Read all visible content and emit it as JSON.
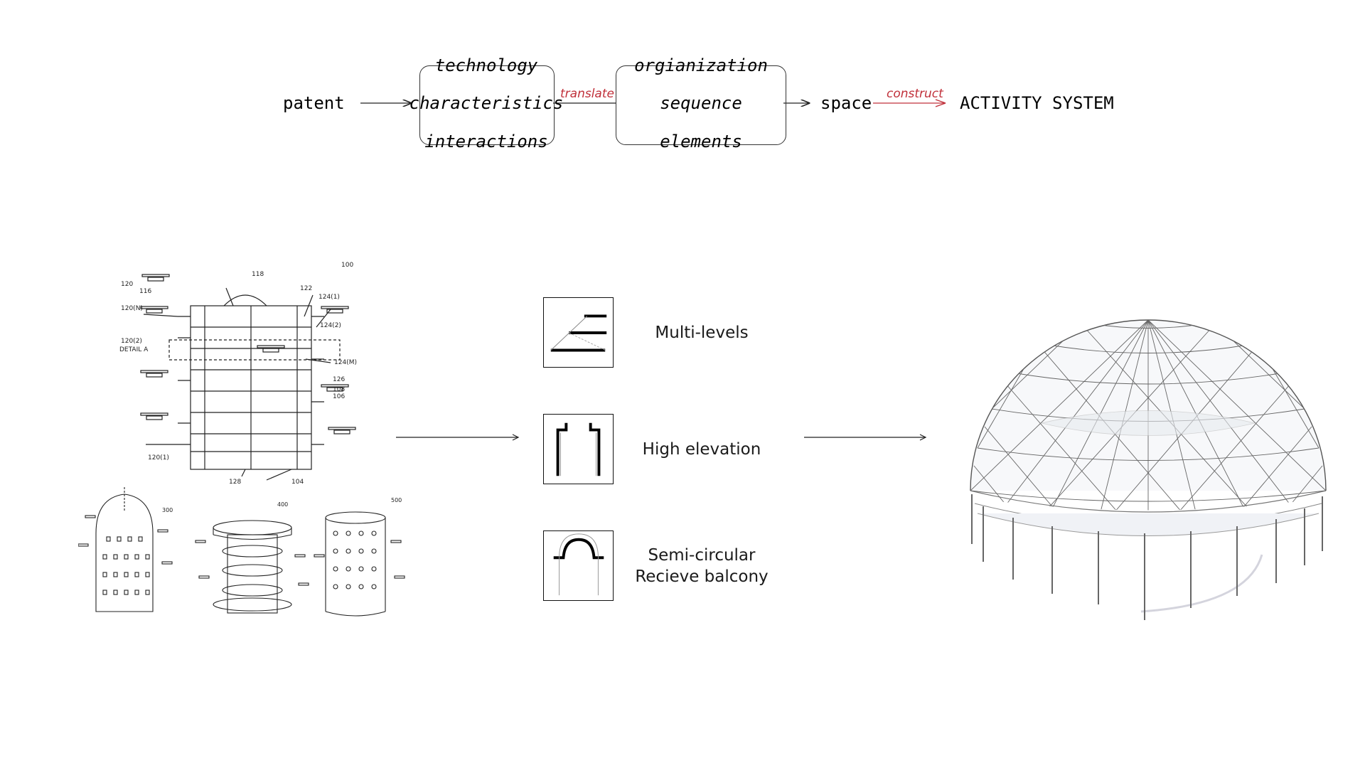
{
  "flow": {
    "patent": "patent",
    "box1": [
      "technology",
      "characteristics",
      "interactions"
    ],
    "translate": "translate",
    "box2": [
      "orgianization",
      "sequence",
      "elements"
    ],
    "space": "space",
    "construct": "construct",
    "activity_system": "ACTIVITY SYSTEM"
  },
  "features": [
    {
      "label": "Multi-levels",
      "icon": "multi-levels-icon"
    },
    {
      "label": "High elevation",
      "icon": "high-elevation-icon"
    },
    {
      "label_line1": "Semi-circular",
      "label_line2": "Recieve balcony",
      "icon": "semi-circular-icon"
    }
  ],
  "patent_labels": {
    "n100": "100",
    "n118": "118",
    "n120": "120",
    "n116": "116",
    "n122": "122",
    "n124_1": "124(1)",
    "n120N": "120(N)",
    "n124_2": "124(2)",
    "n120_2": "120(2)",
    "detailA": "DETAIL A",
    "n124M": "124(M)",
    "n126": "126",
    "n108": "108",
    "n106": "106",
    "n120_1": "120(1)",
    "n128": "128",
    "n104": "104",
    "n300": "300",
    "n400": "400",
    "n500": "500"
  }
}
